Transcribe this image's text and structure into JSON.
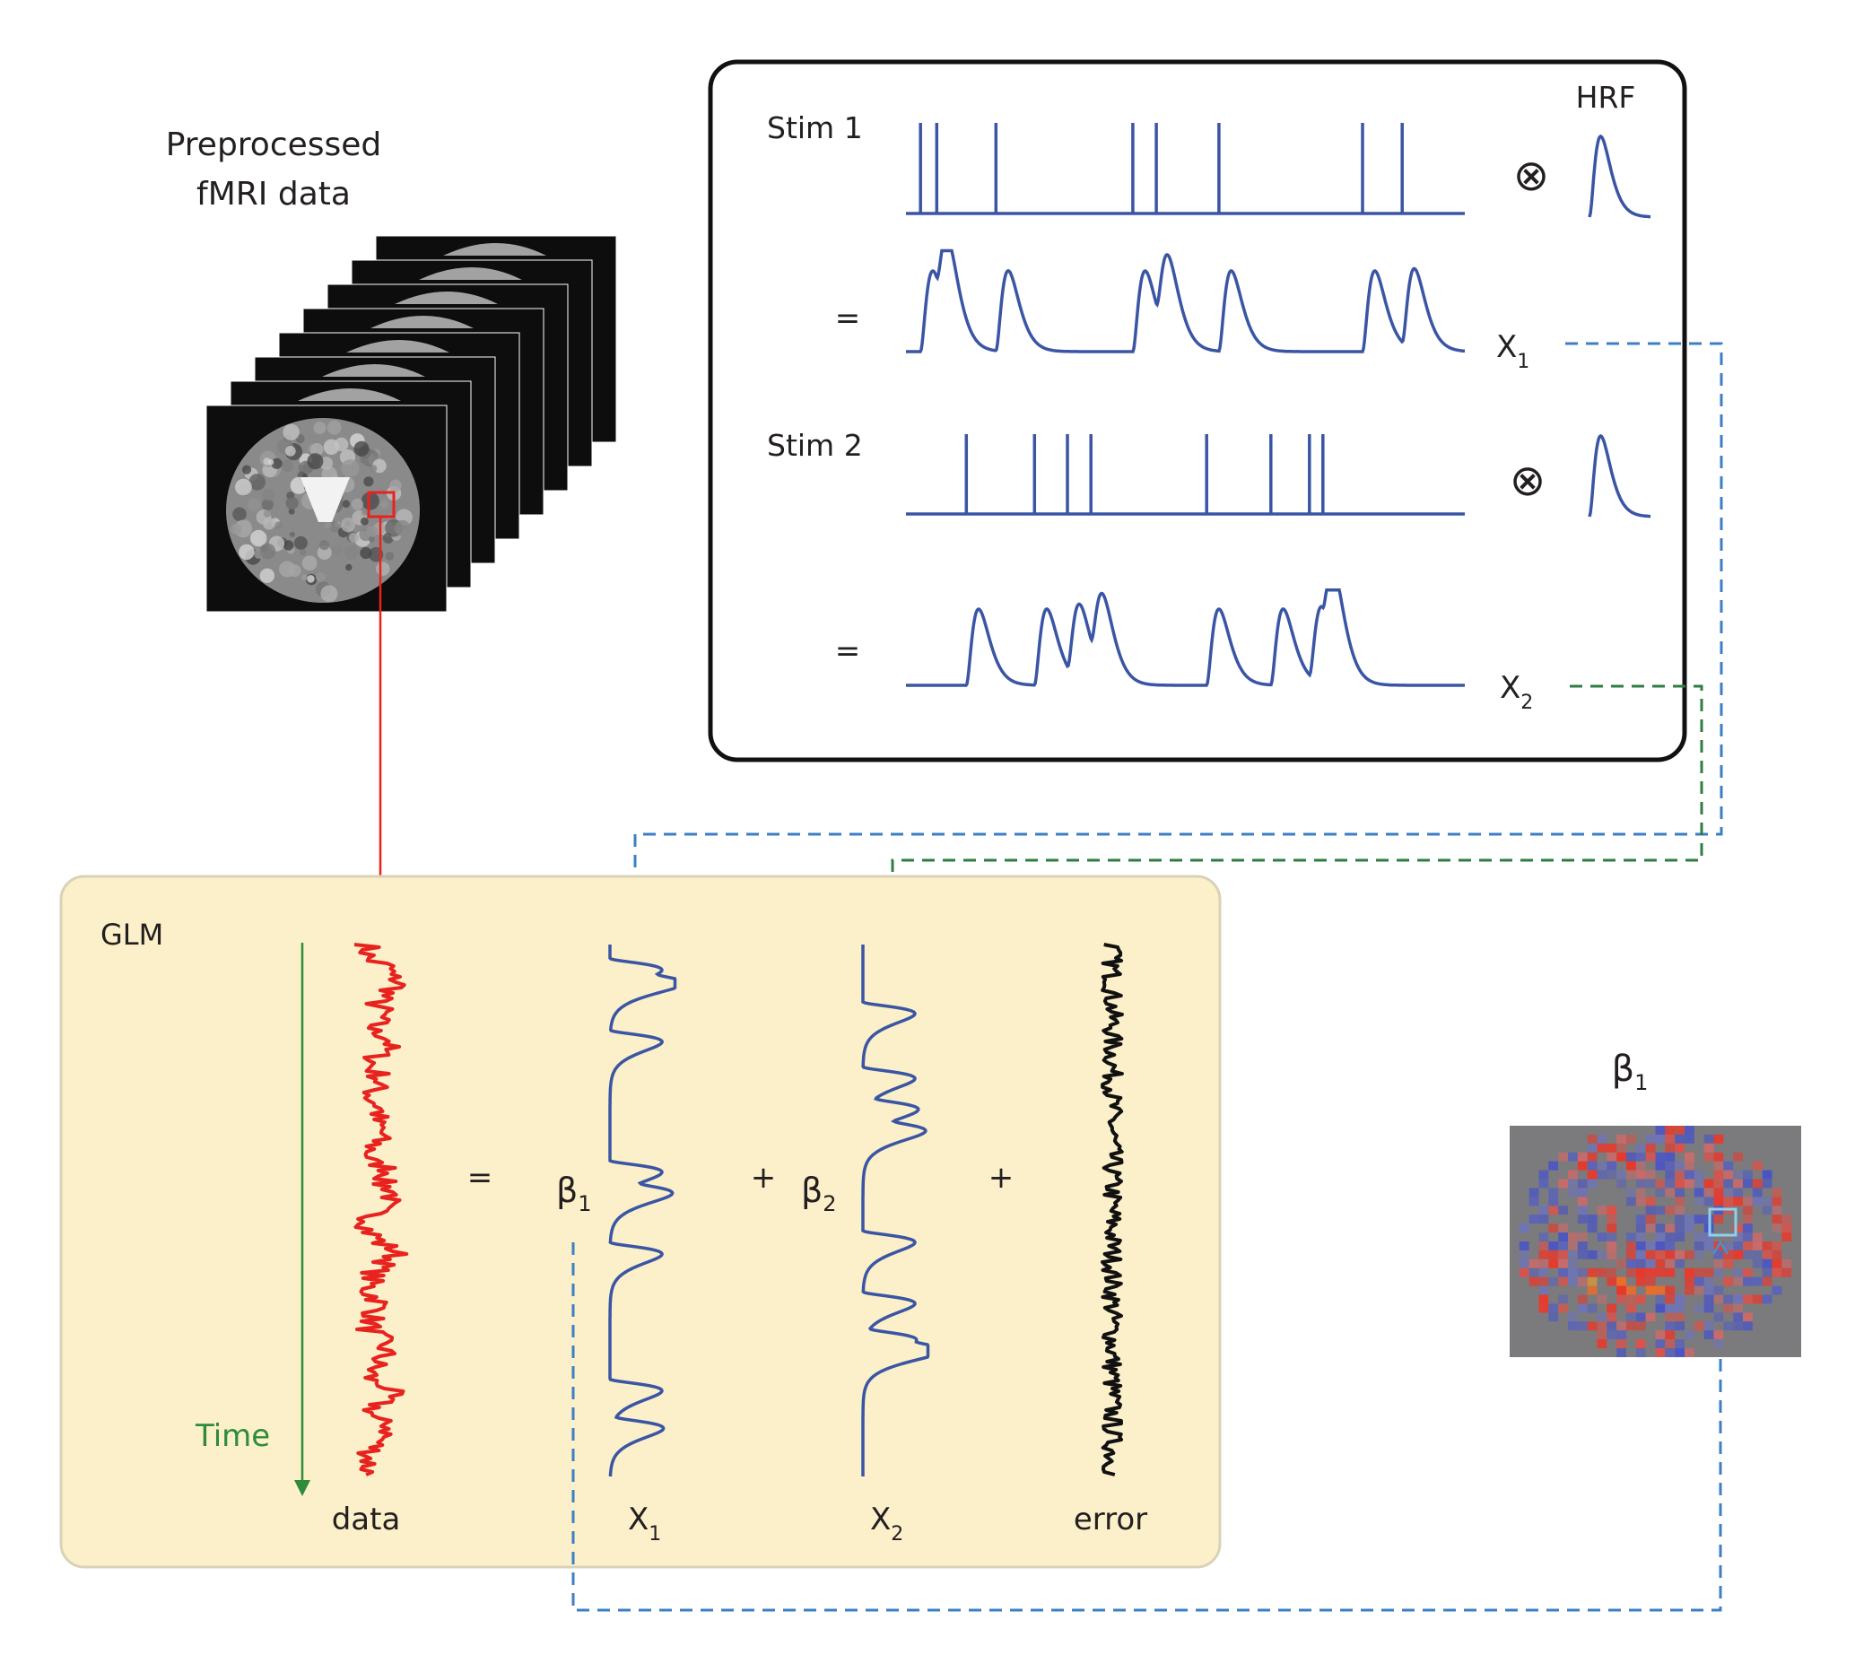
{
  "title": "GLM analysis of fMRI data",
  "colors": {
    "signal_blue": "#3a55a4",
    "data_red": "#e8231f",
    "error_black": "#111111",
    "time_green": "#2e8b3a",
    "link_blue": "#3b7fc4",
    "link_green": "#2f7d43",
    "glm_panel_fill": "#fbf0c9",
    "glm_panel_border": "#d9d2b8",
    "map_background": "#7b7b7d"
  },
  "input": {
    "label_line1": "Preprocessed",
    "label_line2": "fMRI data",
    "slice_count": 8
  },
  "convolution_panel": {
    "hrf_label": "HRF",
    "convolve_symbol": "⊗",
    "equals_symbol": "=",
    "time_range": [
      0,
      100
    ],
    "rows": [
      {
        "stim_label": "Stim 1",
        "onsets": [
          2.6,
          5.5,
          16.1,
          40.6,
          44.8,
          56.0,
          81.7,
          88.8
        ],
        "regressor_label": "X",
        "regressor_sub": "1"
      },
      {
        "stim_label": "Stim 2",
        "onsets": [
          10.8,
          23.0,
          28.9,
          33.1,
          53.8,
          65.3,
          72.2,
          74.6
        ],
        "regressor_label": "X",
        "regressor_sub": "2"
      }
    ]
  },
  "glm_panel": {
    "title": "GLM",
    "time_label": "Time",
    "equals_symbol": "=",
    "plus_symbol": "+",
    "beta1_label": "β",
    "beta1_sub": "1",
    "beta2_label": "β",
    "beta2_sub": "2",
    "columns": {
      "data": "data",
      "x1": "X",
      "x1_sub": "1",
      "x2": "X",
      "x2_sub": "2",
      "error": "error"
    }
  },
  "beta_map": {
    "label": "β",
    "label_sub": "1",
    "grid_cols": 30,
    "grid_rows": 26
  }
}
